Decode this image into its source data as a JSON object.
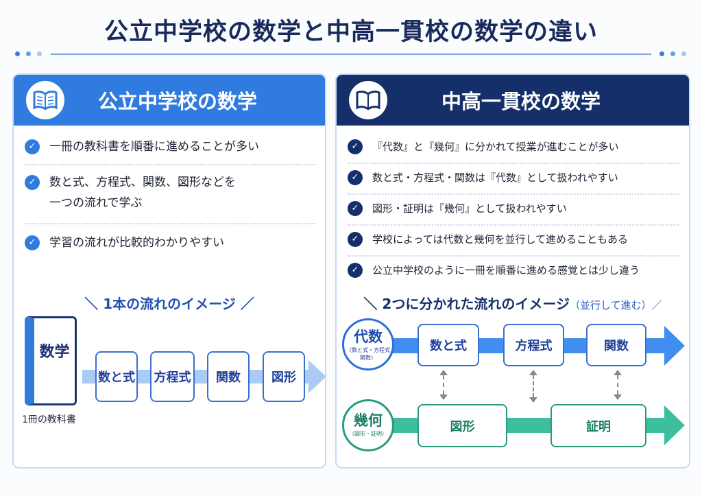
{
  "title": "公立中学校の数学と中高一貫校の数学の違い",
  "colors": {
    "navy": "#152f6b",
    "blue": "#2f7be0",
    "green": "#3dbf9f"
  },
  "left": {
    "header": "公立中学校の数学",
    "icon": "open-book-icon",
    "bullets": [
      "一冊の教科書を順番に進めることが多い",
      "数と式、方程式、関数、図形などを\n一つの流れで学ぶ",
      "学習の流れが比較的わかりやすい"
    ],
    "subtitle": "＼ 1本の流れのイメージ ／",
    "book_label": "数学",
    "book_caption": "1冊の教科書",
    "steps": [
      "数と式",
      "方程式",
      "関数",
      "図形"
    ]
  },
  "right": {
    "header": "中高一貫校の数学",
    "icon": "open-book-icon",
    "bullets": [
      "『代数』と『幾何』に分かれて授業が進むことが多い",
      "数と式・方程式・関数は『代数』として扱われやすい",
      "図形・証明は『幾何』として扱われやすい",
      "学校によっては代数と幾何を並行して進めることもある",
      "公立中学校のように一冊を順番に進める感覚とは少し違う"
    ],
    "subtitle": "＼ 2つに分かれた流れのイメージ",
    "subtitle_note": "（並行して進む）／",
    "algebra": {
      "name": "代数",
      "note": "（数と式・方程式\n関数）",
      "steps": [
        "数と式",
        "方程式",
        "関数"
      ]
    },
    "geometry": {
      "name": "幾何",
      "note": "（図形・証明）",
      "steps": [
        "図形",
        "証明"
      ]
    }
  }
}
